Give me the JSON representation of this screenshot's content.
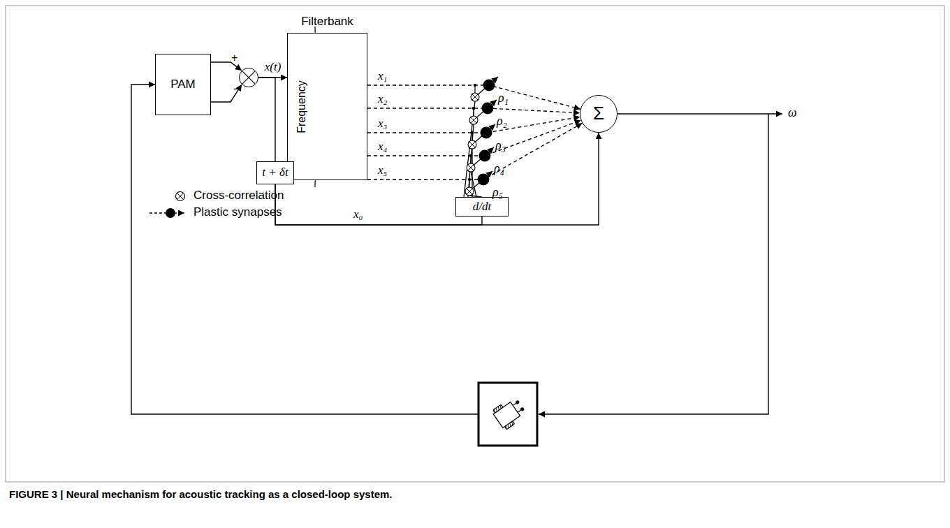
{
  "diagram": {
    "caption": "FIGURE 3 | Neural mechanism for acoustic tracking as a closed-loop system.",
    "nodes": [
      {
        "text": [
          "PAM"
        ]
      },
      {
        "text": [
          "+",
          "-"
        ]
      },
      {
        "text": [
          "Filterbank",
          "Frequency"
        ]
      },
      {
        "text": [
          "t + δt"
        ]
      },
      {
        "text": [
          "d/dt"
        ]
      },
      {
        "text": [
          "Σ"
        ]
      }
    ],
    "edges": [
      {
        "from": 0,
        "to": 1,
        "arrow": "to"
      },
      {
        "from": 0,
        "to": 1,
        "arrow": "to"
      },
      {
        "from": 1,
        "to": 2,
        "label": "x(t)",
        "arrow": "to"
      },
      {
        "from": 1,
        "to": 3,
        "arrow": "none"
      },
      {
        "from": 3,
        "to": 5,
        "label": "x₀",
        "arrow": "to"
      },
      {
        "from": 3,
        "to": 4,
        "arrow": "none"
      },
      {
        "from": 2,
        "to": 5,
        "label": "x₁",
        "arrow": "to"
      },
      {
        "from": 2,
        "to": 5,
        "label": "x₂",
        "arrow": "to"
      },
      {
        "from": 2,
        "to": 5,
        "label": "x₃",
        "arrow": "to"
      },
      {
        "from": 2,
        "to": 5,
        "label": "x₄",
        "arrow": "to"
      },
      {
        "from": 2,
        "to": 5,
        "label": "x₅",
        "arrow": "to"
      }
    ],
    "labels": [
      "ω",
      "ρ₁",
      "ρ₂",
      "ρ₃",
      "ρ₄",
      "ρ₅"
    ],
    "legend": [
      {
        "text": "Cross-correlation"
      },
      {
        "text": "Plastic synapses"
      }
    ]
  }
}
